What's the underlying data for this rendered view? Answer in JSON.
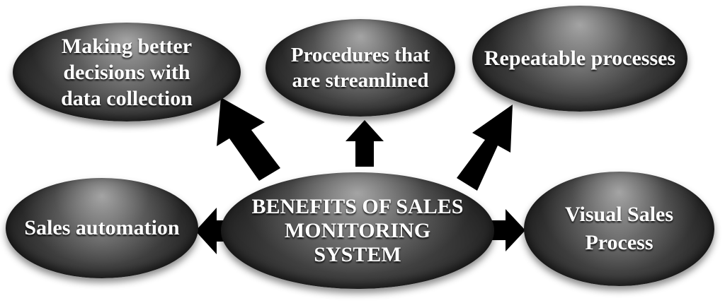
{
  "diagram": {
    "center": {
      "label": "BENEFITS OF SALES\nMONITORING\nSYSTEM"
    },
    "benefits": [
      {
        "label": "Making better\ndecisions with\ndata collection"
      },
      {
        "label": "Procedures that\nare streamlined"
      },
      {
        "label": "Repeatable processes"
      },
      {
        "label": "Sales automation"
      },
      {
        "label": "Visual Sales\nProcess"
      }
    ]
  },
  "colors": {
    "node_fill": "#2e2e2e",
    "text": "#ffffff",
    "arrow": "#000000",
    "background": "#ffffff"
  }
}
